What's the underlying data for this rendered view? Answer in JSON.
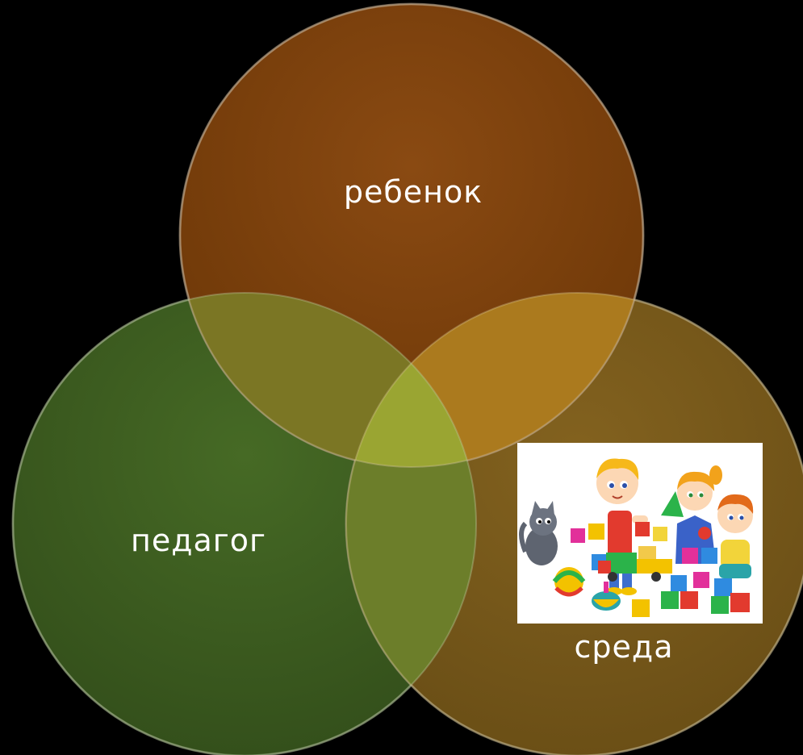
{
  "background_color": "#000000",
  "circles": [
    {
      "id": "child",
      "label": "ребенок",
      "color": "#7a3f0c"
    },
    {
      "id": "teacher",
      "label": "педагог",
      "color": "#3e5b21"
    },
    {
      "id": "environment",
      "label": "среда",
      "color": "#7a5a1c"
    }
  ],
  "picture": {
    "description_icon": "children-playing-with-blocks-illustration",
    "elements": [
      "boy",
      "girl",
      "small-boy",
      "cat",
      "ball",
      "spinning-top",
      "toy-truck",
      "colored-blocks",
      "pyramid"
    ]
  }
}
